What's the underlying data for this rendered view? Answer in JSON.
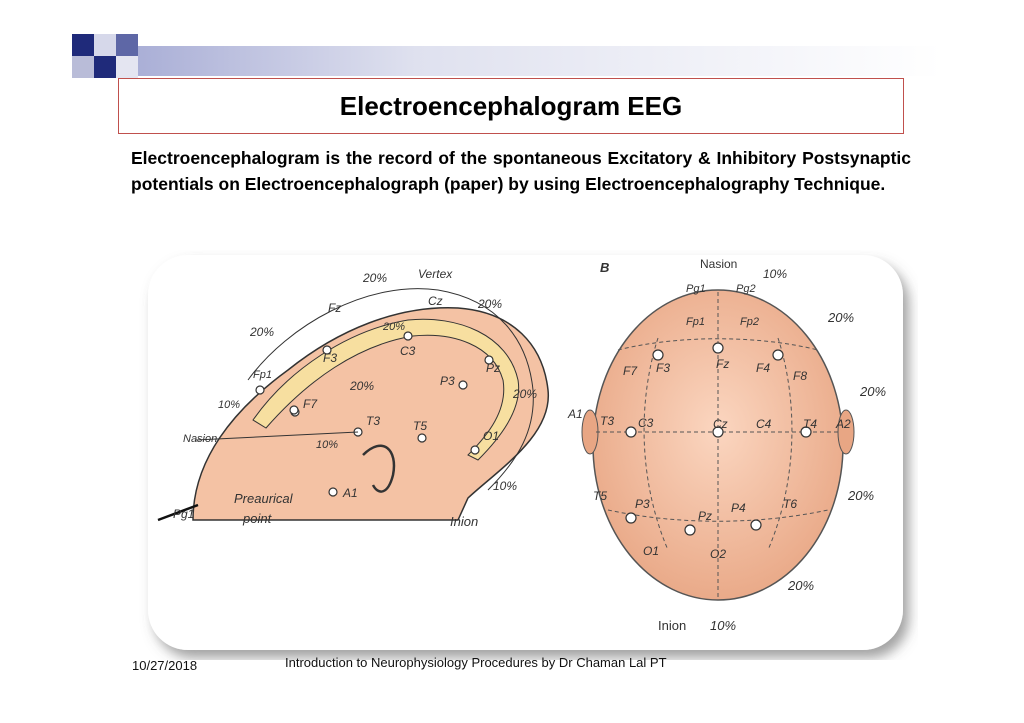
{
  "slide": {
    "title": "Electroencephalogram EEG",
    "body": "Electroencephalogram is the record of the spontaneous Excitatory & Inhibitory Postsynaptic potentials on Electroencephalograph (paper) by using Electroencephalography Technique.",
    "footer_date": "10/27/2018",
    "footer_credit": "Introduction to Neurophysiology Procedures by Dr Chaman Lal PT"
  },
  "figure": {
    "panel_label": "B",
    "side_view": {
      "percent_labels": [
        "20%",
        "20%",
        "20%",
        "20%",
        "20%",
        "10%",
        "10%",
        "10%",
        "20%"
      ],
      "landmarks": [
        "Vertex",
        "Nasion",
        "Inion",
        "Preaurical point"
      ],
      "electrodes": [
        "Fz",
        "Cz",
        "Fp1",
        "F3",
        "C3",
        "F7",
        "T3",
        "T5",
        "P3",
        "Pz",
        "O1",
        "A1",
        "Pg1"
      ]
    },
    "top_view": {
      "percent_labels": [
        "10%",
        "20%",
        "20%",
        "20%",
        "20%",
        "10%"
      ],
      "landmarks": [
        "Nasion",
        "Inion"
      ],
      "electrodes": [
        "Pg1",
        "Pg2",
        "Fp1",
        "Fp2",
        "F7",
        "F3",
        "Fz",
        "F4",
        "F8",
        "A1",
        "T3",
        "C3",
        "Cz",
        "C4",
        "T4",
        "A2",
        "T5",
        "P3",
        "Pz",
        "P4",
        "T6",
        "O1",
        "O2"
      ]
    }
  }
}
